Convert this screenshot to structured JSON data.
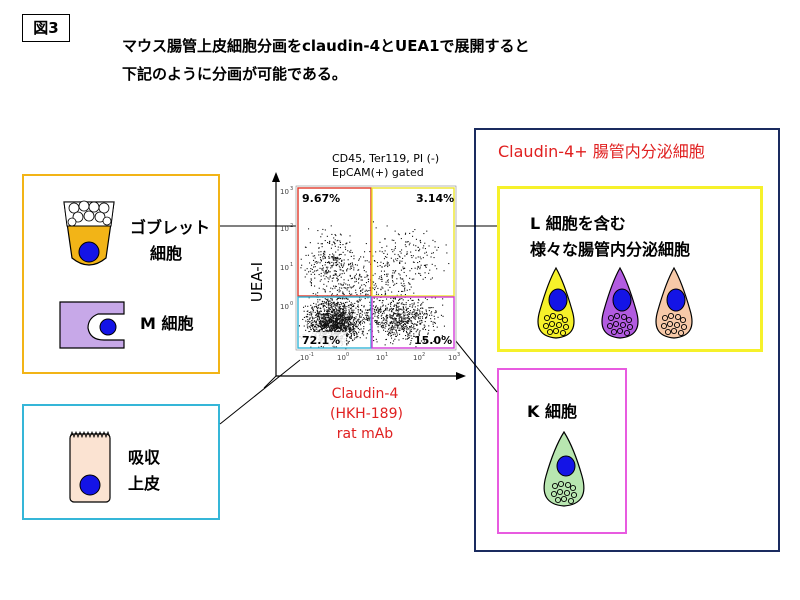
{
  "figure_label": "図3",
  "title_line1": "マウス腸管上皮細胞分画をclaudin-4とUEA1で展開すると",
  "title_line2": "下記のように分画が可能である。",
  "gating_line1": "CD45, Ter119, PI (-)",
  "gating_line2": "EpCAM(+)  gated",
  "y_axis_label": "UEA-I",
  "x_axis_label_line1": "Claudin-4",
  "x_axis_label_line2": "(HKH-189)",
  "x_axis_label_line3": "rat mAb",
  "ticks": [
    "10",
    "10",
    "10",
    "10"
  ],
  "tick_exponents": [
    "-1",
    "0",
    "1",
    "2",
    "3"
  ],
  "quadrants": {
    "upper_left": "9.67%",
    "upper_right": "3.14%",
    "lower_left": "72.1%",
    "lower_right": "15.0%"
  },
  "goblet_label_line1": "ゴブレット",
  "goblet_label_line2": "細胞",
  "m_cell_label": "M 細胞",
  "absorptive_label_line1": "吸収",
  "absorptive_label_line2": "上皮",
  "ee_title": "Claudin-4+ 腸管内分泌細胞",
  "l_cell_line1": "L 細胞を含む",
  "l_cell_line2": "様々な腸管内分泌細胞",
  "k_cell_label": "K 細胞",
  "colors": {
    "goblet_box": "#F2B417",
    "absorptive_box": "#35B6D8",
    "ee_box": "#1A2B5F",
    "l_box": "#F6F12A",
    "k_box": "#E85BE0",
    "ee_title": "#E02020",
    "nucleus": "#1414E6"
  }
}
